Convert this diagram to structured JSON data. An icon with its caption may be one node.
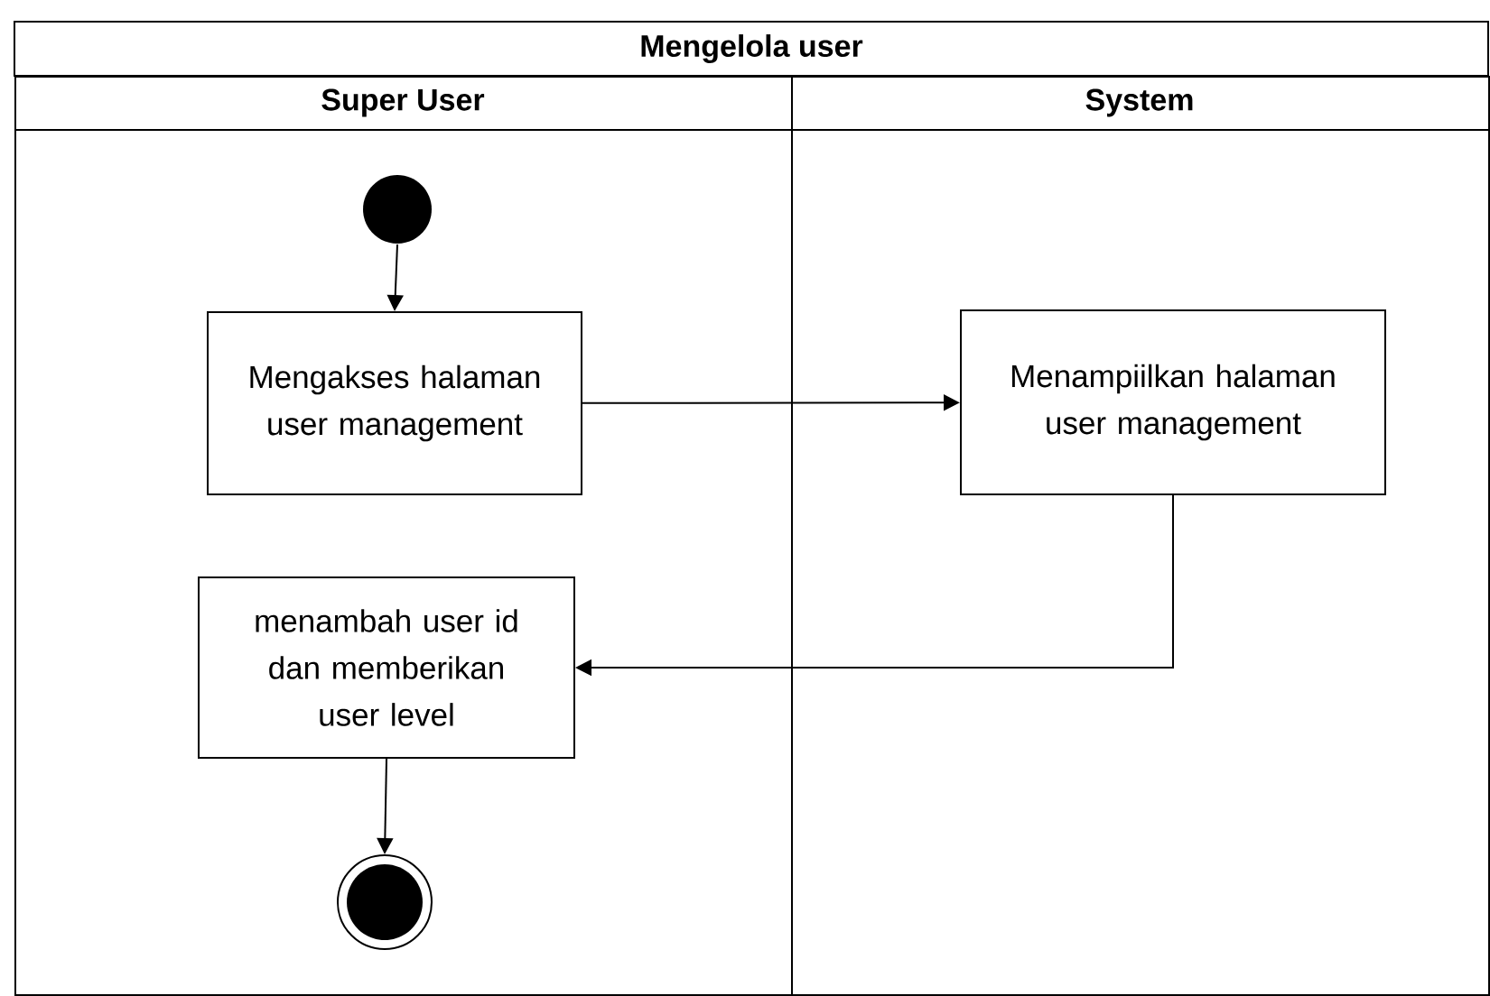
{
  "diagram": {
    "nodes": [
      {
        "text": [
          "Mengelola user"
        ]
      },
      {
        "text": [
          "Super User"
        ]
      },
      {
        "text": [
          "System"
        ]
      },
      {
        "text": [],
        "shape": "circle",
        "in": 1
      },
      {
        "text": [
          "Mengakses halaman user management"
        ],
        "in": 1
      },
      {
        "text": [
          "Menampiilkan halaman user management"
        ],
        "in": 2
      },
      {
        "text": [
          "menambah user id dan memberikan user level"
        ],
        "in": 1
      },
      {
        "text": [],
        "shape": "circle",
        "in": 1
      }
    ],
    "edges": [
      {
        "from": 3,
        "to": 4,
        "arrow": "to"
      },
      {
        "from": 4,
        "to": 5,
        "arrow": "to"
      },
      {
        "from": 5,
        "to": 6,
        "arrow": "to"
      },
      {
        "from": 6,
        "to": 7,
        "arrow": "to"
      }
    ]
  }
}
